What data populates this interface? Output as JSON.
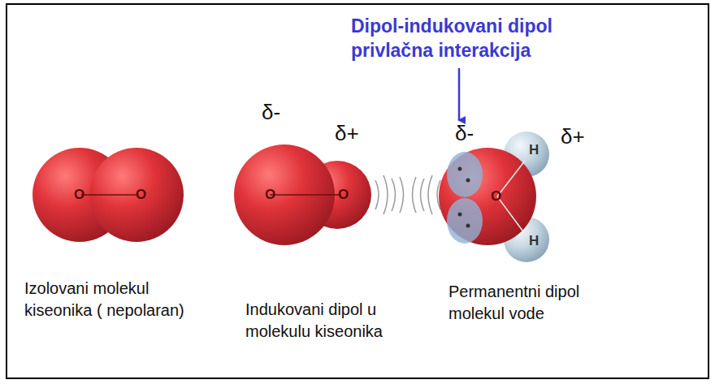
{
  "diagram": {
    "title": "Dipol-indukovani dipol privlačna interakcija",
    "labels": [
      "δ-",
      "δ+",
      "δ-",
      "δ+",
      "O",
      "O",
      "O",
      "O",
      "O",
      "H",
      "H",
      "Izolovani molekul kiseonika ( nepolaran)",
      "Indukovani dipol u molekulu kiseonika",
      "Permanentni dipol molekul vode"
    ]
  }
}
